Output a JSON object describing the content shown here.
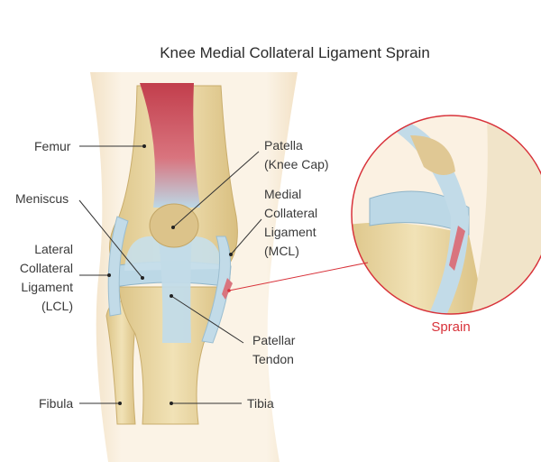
{
  "title": "Knee Medial Collateral Ligament Sprain",
  "labels": {
    "femur": "Femur",
    "patella": [
      "Patella",
      "(Knee Cap)"
    ],
    "meniscus": "Meniscus",
    "medial_collateral_ligament": [
      "Medial",
      "Collateral",
      "Ligament",
      "(MCL)"
    ],
    "lateral_collateral_ligament": [
      "Lateral",
      "Collateral",
      "Ligament",
      "(LCL)"
    ],
    "patellar_tendon": [
      "Patellar",
      "Tendon"
    ],
    "fibula": "Fibula",
    "tibia": "Tibia",
    "sprain": "Sprain"
  },
  "colors": {
    "accent_red": "#d8323a",
    "bone": "#ecd9a6",
    "ligament": "#bcd8e6",
    "muscle": "#c8505a",
    "skin": "#f8ecd8"
  }
}
